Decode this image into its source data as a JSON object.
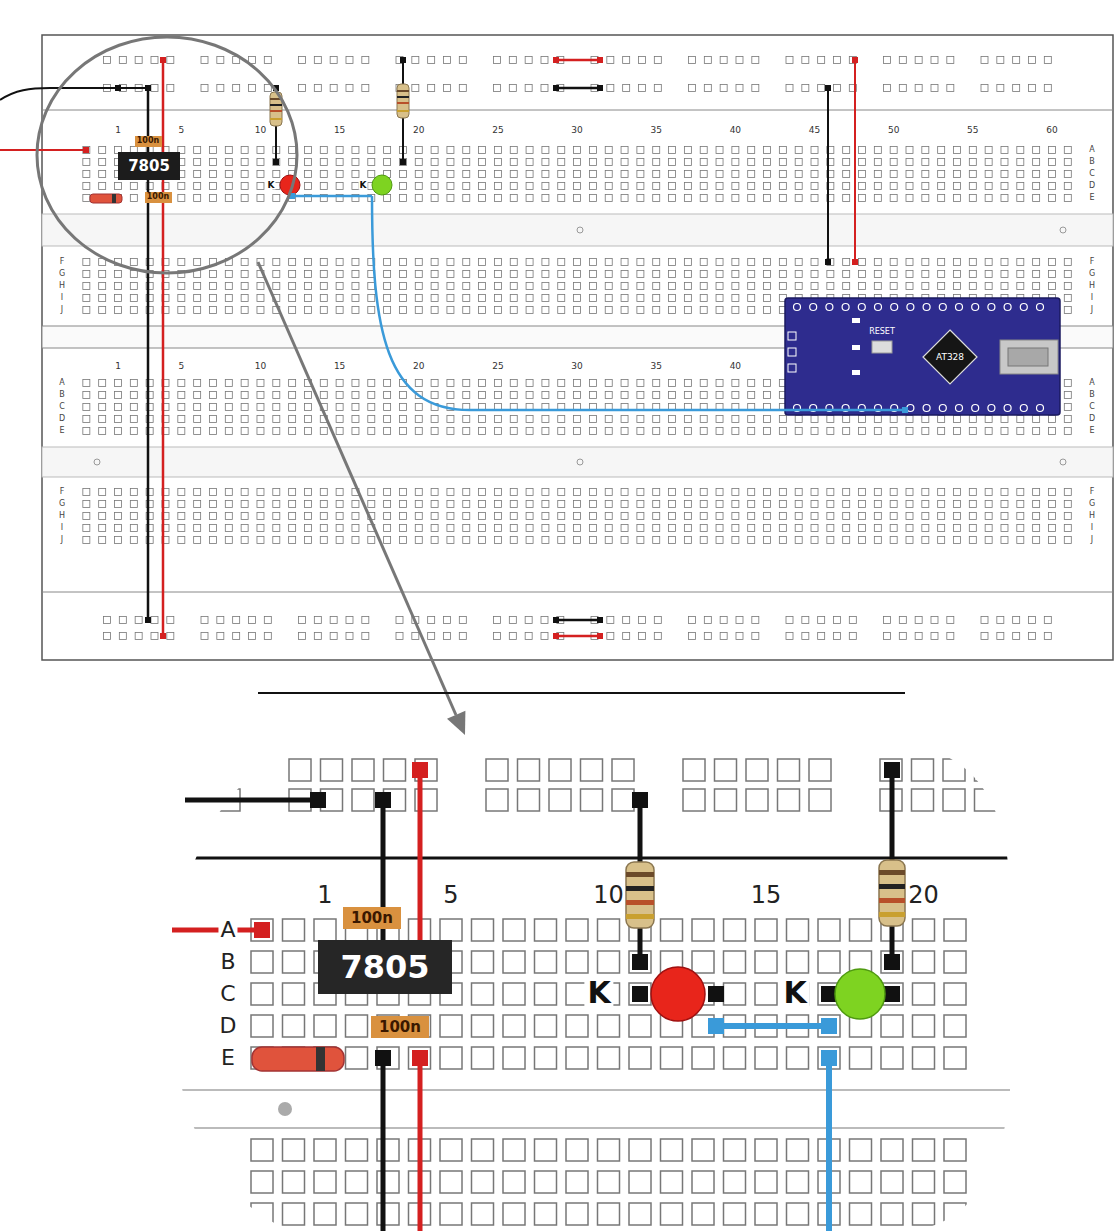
{
  "diagram": {
    "nodes": [
      {
        "text": [
          "100n"
        ]
      },
      {
        "text": [
          "7805"
        ]
      },
      {
        "text": [
          "100n"
        ]
      },
      {
        "text": [
          "RESET",
          "AT328"
        ]
      },
      {
        "text": [
          "100n"
        ]
      },
      {
        "text": [
          "7805"
        ]
      },
      {
        "text": [
          "100n"
        ]
      }
    ],
    "labels": [
      "1",
      "5",
      "10",
      "15",
      "20",
      "25",
      "30",
      "35",
      "40",
      "45",
      "50",
      "55",
      "60",
      "A",
      "B",
      "C",
      "D",
      "E",
      "F",
      "G",
      "H",
      "I",
      "J",
      "F",
      "G",
      "H",
      "I",
      "J",
      "K",
      "K",
      "1",
      "5",
      "10",
      "15",
      "20",
      "25",
      "30",
      "35",
      "40",
      "A",
      "B",
      "C",
      "D",
      "E",
      "A",
      "B",
      "C",
      "D",
      "E",
      "F",
      "G",
      "H",
      "I",
      "J",
      "F",
      "G",
      "H",
      "I",
      "J",
      "1",
      "5",
      "10",
      "15",
      "20",
      "A",
      "B",
      "C",
      "D",
      "E",
      "K",
      "K"
    ]
  }
}
